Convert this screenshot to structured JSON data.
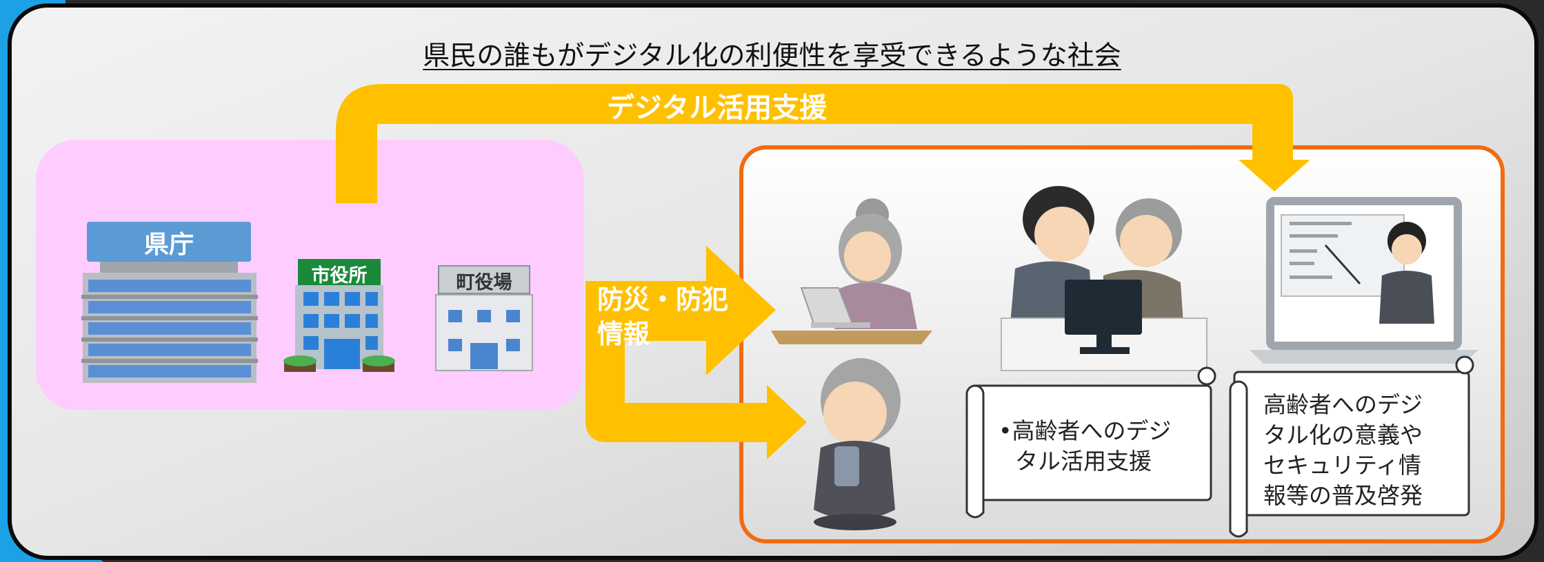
{
  "title": "県民の誰もがデジタル化の利便性を享受できるような社会",
  "arrow_support_label": "デジタル活用支援",
  "arrow_disaster_label_line1": "防災・防犯",
  "arrow_disaster_label_line2": "情報",
  "building_kencho": "県庁",
  "building_shiyakusho": "市役所",
  "building_choyakuba": "町役場",
  "scroll_support_line1": "•高齢者へのデジ",
  "scroll_support_line2": "タル活用支援",
  "scroll_awareness_line1": "高齢者へのデジ",
  "scroll_awareness_line2": "タル化の意義や",
  "scroll_awareness_line3": "セキュリティ情",
  "scroll_awareness_line4": "報等の普及啓発",
  "colors": {
    "arrow": "#FFC000",
    "government_box": "#FFCCFF",
    "elderly_frame": "#F26B0F",
    "background": "#E4E4E4"
  }
}
